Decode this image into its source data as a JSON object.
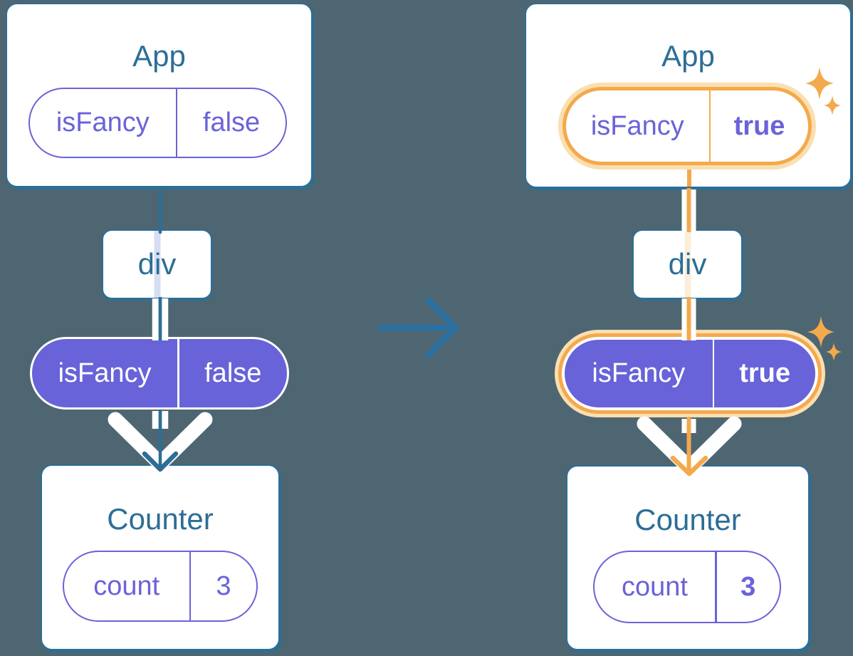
{
  "palette": {
    "background": "#4D6672",
    "card": "#FFFFFF",
    "line_blue": "#2D6E96",
    "title_text": "#2D6E96",
    "purple_fill": "#6863D8",
    "purple_text": "#6A63D8",
    "lavender_line": "#D6DEF3",
    "cream_line": "#FBEEDA",
    "orange": "#F4A94D",
    "orange_glow": "#FADFB1",
    "arrow_blue": "#2B70A0",
    "white": "#FFFFFF"
  },
  "icons": {
    "transition_arrow": "right-arrow",
    "sparkle": "four-point-star"
  },
  "before": {
    "app": {
      "title": "App",
      "pill": {
        "key": "isFancy",
        "value": "false"
      }
    },
    "div_node": {
      "label": "div"
    },
    "passed_pill": {
      "key": "isFancy",
      "value": "false"
    },
    "counter": {
      "title": "Counter",
      "pill": {
        "key": "count",
        "value": "3"
      }
    }
  },
  "after": {
    "app": {
      "title": "App",
      "pill": {
        "key": "isFancy",
        "value": "true"
      }
    },
    "div_node": {
      "label": "div"
    },
    "passed_pill": {
      "key": "isFancy",
      "value": "true"
    },
    "counter": {
      "title": "Counter",
      "pill": {
        "key": "count",
        "value": "3"
      }
    }
  }
}
